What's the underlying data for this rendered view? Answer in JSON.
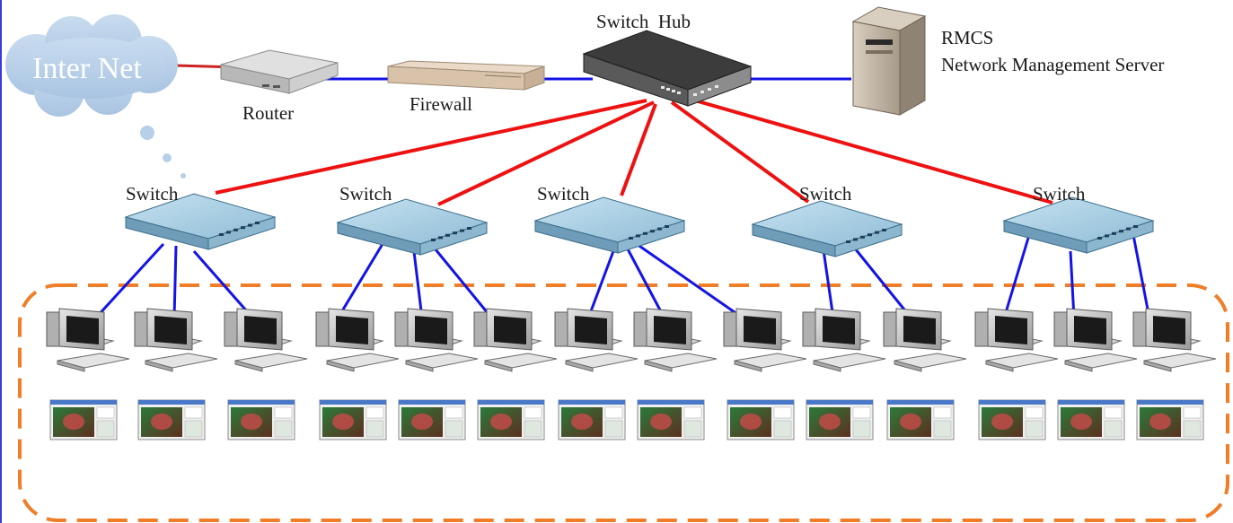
{
  "labels": {
    "internet": "Inter Net",
    "router": "Router",
    "firewall": "Firewall",
    "switch_hub": "Switch  Hub",
    "server_line1": "RMCS",
    "server_line2": "Network Management Server"
  },
  "switches": [
    {
      "label": "Switch",
      "pc_count": 3
    },
    {
      "label": "Switch",
      "pc_count": 3
    },
    {
      "label": "Switch",
      "pc_count": 3
    },
    {
      "label": "Switch",
      "pc_count": 2
    },
    {
      "label": "Switch",
      "pc_count": 3
    }
  ],
  "colors": {
    "uplink": "#ee1111",
    "lan": "#1414e6",
    "group_border": "#f07d28",
    "cloud": "#b7cfe8",
    "switch_body": "#9ec9e0"
  }
}
